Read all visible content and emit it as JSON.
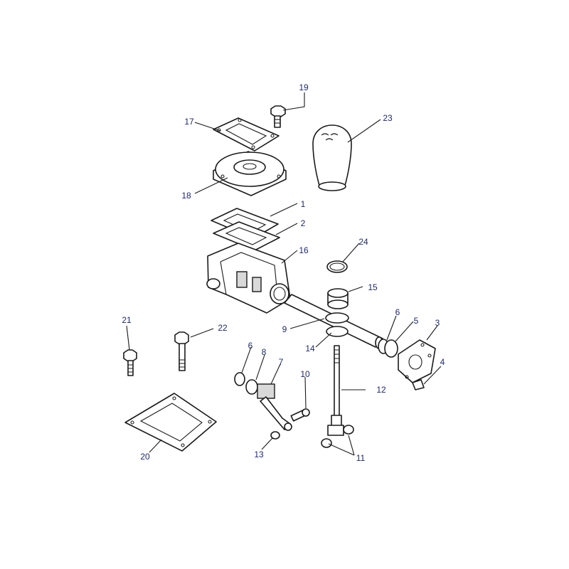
{
  "diagram": {
    "background": "#ffffff",
    "panel_color": "#ffffff",
    "line_color": "#1a1a1a",
    "label_color": "#1f2a6b",
    "callouts": [
      "1",
      "2",
      "3",
      "4",
      "5",
      "6",
      "6",
      "7",
      "8",
      "9",
      "10",
      "11",
      "12",
      "13",
      "14",
      "15",
      "16",
      "17",
      "18",
      "19",
      "20",
      "21",
      "22",
      "23",
      "24"
    ]
  }
}
